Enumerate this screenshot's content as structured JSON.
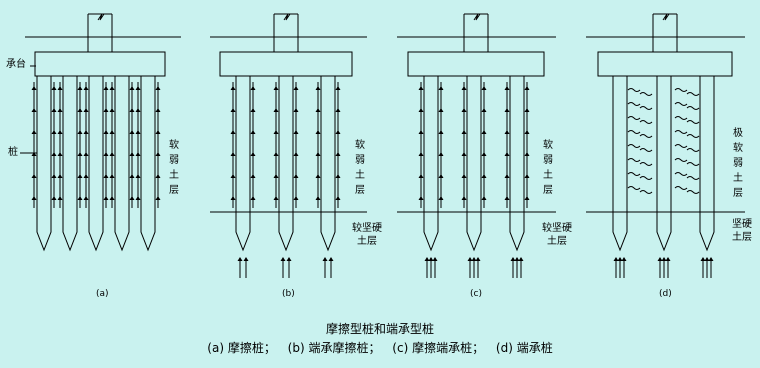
{
  "labels": {
    "cap": "承台",
    "pile": "桩"
  },
  "panels": [
    {
      "tag": "(a)",
      "soil_upper": [
        "软",
        "弱",
        "土",
        "层"
      ],
      "soil_lower": ""
    },
    {
      "tag": "(b)",
      "soil_upper": [
        "软",
        "弱",
        "土",
        "层"
      ],
      "soil_lower": "较坚硬\n土层"
    },
    {
      "tag": "(c)",
      "soil_upper": [
        "软",
        "弱",
        "土",
        "层"
      ],
      "soil_lower": "较坚硬\n土层"
    },
    {
      "tag": "(d)",
      "soil_upper": [
        "极",
        "软",
        "弱",
        "土",
        "层"
      ],
      "soil_lower": "坚硬\n土层"
    }
  ],
  "caption": {
    "title": "摩擦型桩和端承型桩",
    "items": [
      "(a)  摩擦桩；",
      "(b)  端承摩擦桩；",
      "(c)  摩擦端承桩；",
      "(d)  端承桩"
    ]
  }
}
